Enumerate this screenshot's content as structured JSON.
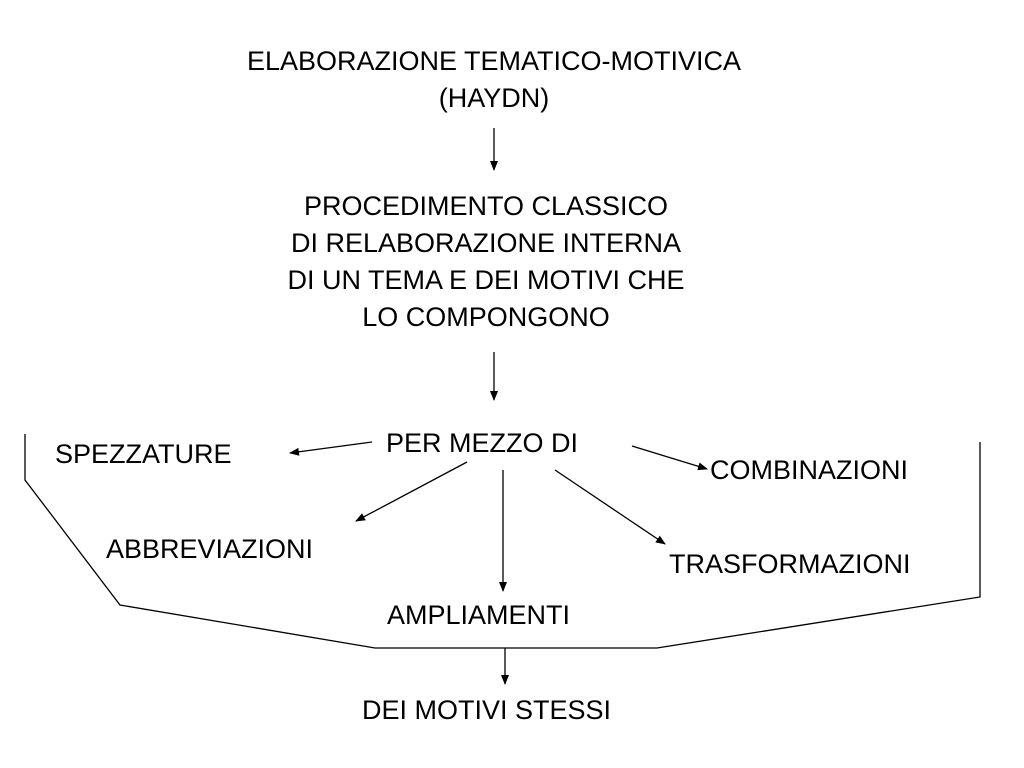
{
  "title": {
    "line1": "ELABORAZIONE TEMATICO-MOTIVICA",
    "line2": "(HAYDN)"
  },
  "definition": {
    "lines": [
      "PROCEDIMENTO CLASSICO",
      "DI RELABORAZIONE INTERNA",
      "DI UN TEMA E DEI MOTIVI CHE",
      "LO COMPONGONO"
    ]
  },
  "means": {
    "label": "PER MEZZO DI"
  },
  "techniques": {
    "spezzature": "SPEZZATURE",
    "combinazioni": "COMBINAZIONI",
    "abbreviazioni": "ABBREVIAZIONI",
    "trasformazioni": "TRASFORMAZIONI",
    "ampliamenti": "AMPLIAMENTI"
  },
  "result": {
    "label": "DEI MOTIVI STESSI"
  },
  "style": {
    "stroke_color": "#000000",
    "text_color": "#000000",
    "background": "#ffffff"
  }
}
